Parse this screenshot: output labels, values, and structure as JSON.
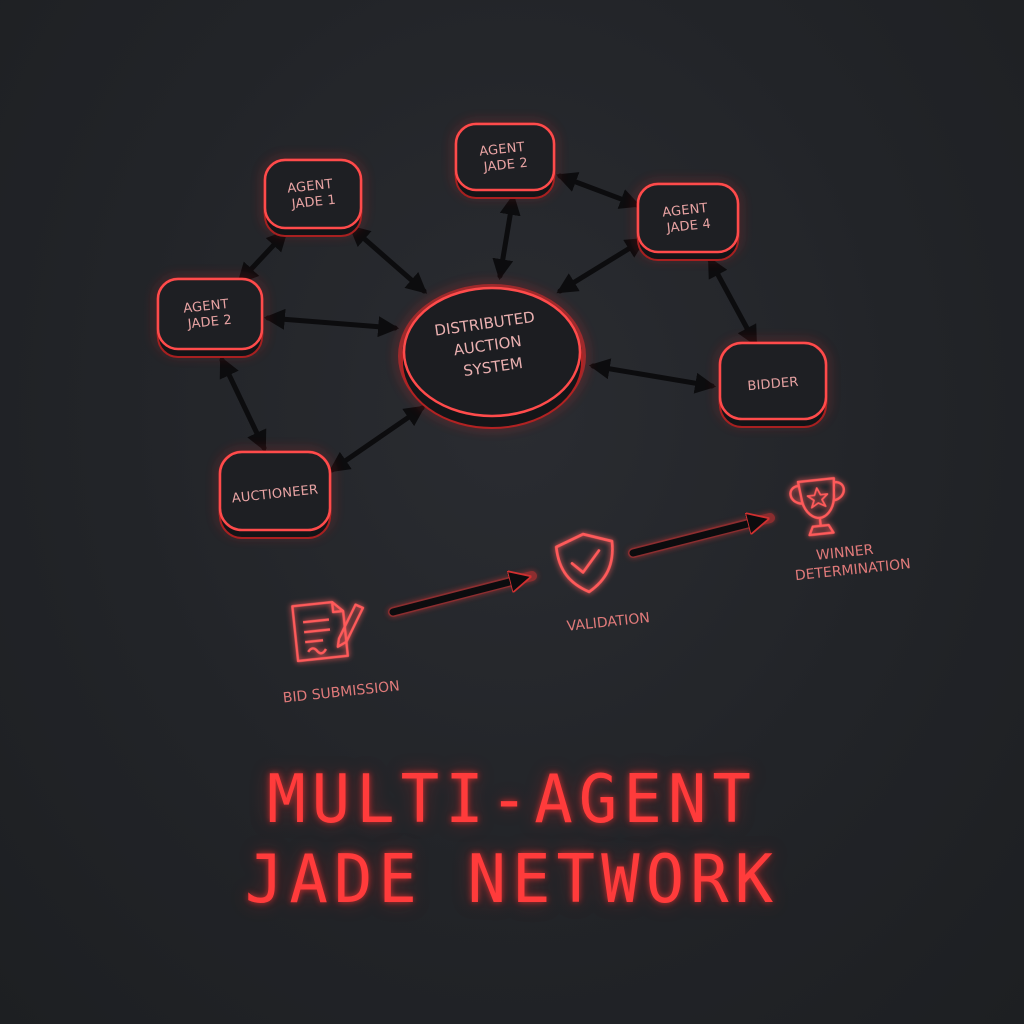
{
  "diagram": {
    "hub": {
      "lines": [
        "DISTRIBUTED",
        "AUCTION",
        "SYSTEM"
      ]
    },
    "nodes": [
      {
        "id": "jade1",
        "lines": [
          "AGENT",
          "JADE 1"
        ]
      },
      {
        "id": "jade2_top",
        "lines": [
          "AGENT",
          "JADE 2"
        ]
      },
      {
        "id": "jade4",
        "lines": [
          "AGENT",
          "JADE 4"
        ]
      },
      {
        "id": "jade2_left",
        "lines": [
          "AGENT",
          "JADE 2"
        ]
      },
      {
        "id": "bidder",
        "lines": [
          "BIDDER"
        ]
      },
      {
        "id": "auctioneer",
        "lines": [
          "AUCTIONEER"
        ]
      }
    ],
    "process_steps": [
      {
        "id": "bid_submission",
        "label": "BID SUBMISSION",
        "icon": "document-pen-icon"
      },
      {
        "id": "validation",
        "label": "VALIDATION",
        "icon": "shield-check-icon"
      },
      {
        "id": "winner",
        "lines": [
          "WINNER",
          "DETERMINATION"
        ],
        "icon": "trophy-icon"
      }
    ]
  },
  "title": {
    "line1": "MULTI-AGENT",
    "line2": "JADE NETWORK"
  },
  "colors": {
    "accent": "#ff3b3b",
    "node_fill": "#1f2024",
    "glow": "#ff2a2a",
    "arrow": "#0c0c0e",
    "background": "#222428"
  }
}
